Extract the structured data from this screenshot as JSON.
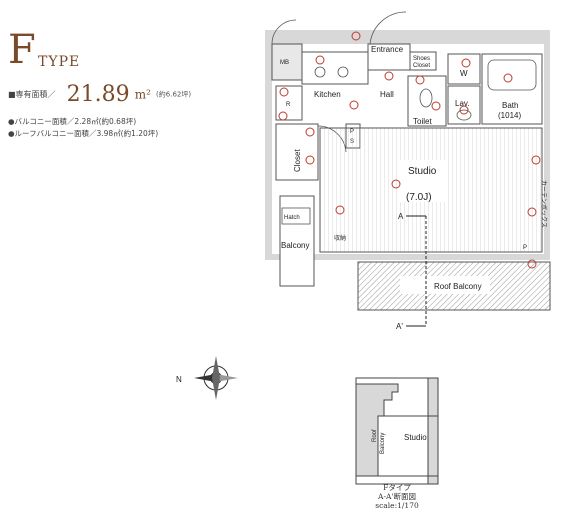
{
  "header": {
    "type_letter": "F",
    "type_word": "TYPE",
    "area_label": "■専有面積／",
    "area_value": "21.89",
    "area_unit": "m²",
    "area_tsubo": "(約6.62坪)",
    "balcony_line": "●バルコニー面積／2.28㎡(約0.68坪)",
    "roof_balcony_line": "●ルーフバルコニー面積／3.98㎡(約1.20坪)"
  },
  "rooms": {
    "mb": "MB",
    "entrance": "Entrance",
    "shoes_closet_1": "Shoes",
    "shoes_closet_2": "Closet",
    "kitchen": "Kitchen",
    "hall": "Hall",
    "w": "W",
    "lav": "Lav.",
    "bath": "Bath",
    "bath_size": "(1014)",
    "toilet": "Toilet",
    "r": "R",
    "ps_p": "P",
    "ps_s": "S",
    "closet": "Closet",
    "studio": "Studio",
    "studio_size": "(7.0J)",
    "hatch": "Hatch",
    "balcony": "Balcony",
    "roof_balcony": "Roof Balcony",
    "p_mark": "P",
    "curtain": "カーテンボックス",
    "section_a": "A",
    "section_a_prime": "A'",
    "shuno": "収納"
  },
  "section": {
    "studio": "Studio",
    "roof": "Roof",
    "balcony": "Balcony",
    "caption_1": "Fタイプ",
    "caption_2": "A-A'断面図",
    "caption_3": "scale:1/170"
  },
  "compass": {
    "north": "N"
  },
  "colors": {
    "accent": "#7a4a2a",
    "outlet_red": "#c0392b",
    "wall": "#888888"
  }
}
